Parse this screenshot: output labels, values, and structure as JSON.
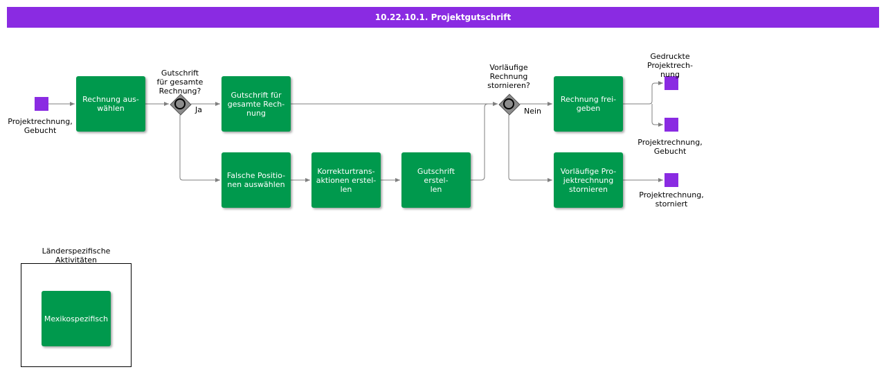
{
  "title": "10.22.10.1. Projektgutschrift",
  "colors": {
    "header": "#8a2be2",
    "task": "#00994d",
    "event": "#8a2be2",
    "gateway": "#8c8c8c",
    "connector": "#7f7f7f"
  },
  "events": {
    "start": "Projektrechnung,\nGebucht",
    "printed": "Gedruckte\nProjektrech-\nnung",
    "booked": "Projektrechnung,\nGebucht",
    "cancelled": "Projektrechnung,\nstorniert"
  },
  "tasks": {
    "select_invoice": "Rechnung aus-\nwählen",
    "credit_full": "Gutschrift für\ngesamte Rech-\nnung",
    "select_wrong": "Falsche Positio-\nnen auswählen",
    "correction": "Korrekturtrans-\naktionen  erstel-\nlen",
    "create_credit": "Gutschrift erstel-\nlen",
    "release": "Rechnung frei-\ngeben",
    "cancel_prelim": "Vorläufige Pro-\njektrechnung\nstornieren",
    "mexico": "Mexikospezifisch"
  },
  "gateways": {
    "g1_question": "Gutschrift\nfür gesamte\nRechnung?",
    "g1_yes": "Ja",
    "g2_question": "Vorläufige\nRechnung\nstornieren?",
    "g2_no": "Nein"
  },
  "group_label": "Länderspezifische\nAktivitäten"
}
